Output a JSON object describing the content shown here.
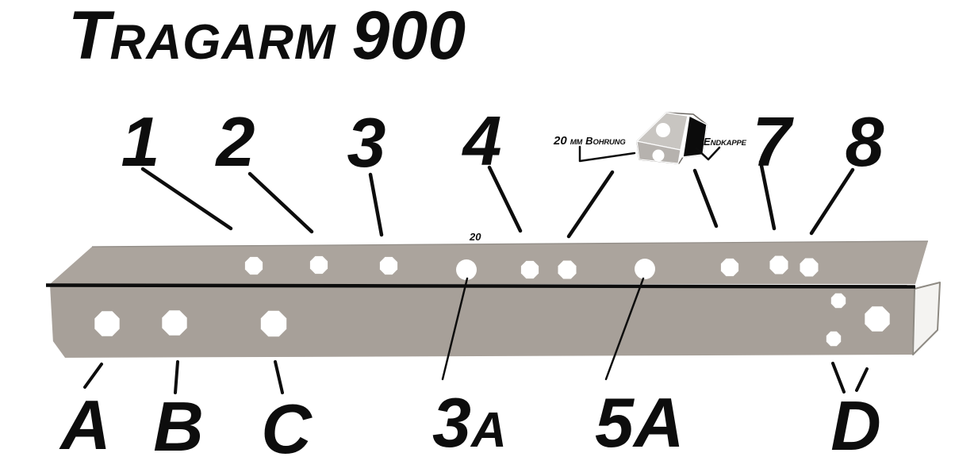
{
  "title": {
    "initial": "T",
    "rest": "RAGARM",
    "model": "900"
  },
  "top_callouts": {
    "n1": "1",
    "n2": "2",
    "n3": "3",
    "n4": "4",
    "n7": "7",
    "n8": "8"
  },
  "bottom_callouts": {
    "a": "A",
    "b": "B",
    "c": "C",
    "d": "D",
    "a3_main": "3",
    "a3_sub": "A",
    "a5": "5A"
  },
  "annotations": {
    "bore_note": "20",
    "bore_label": {
      "size": "20",
      "unit": "MM",
      "initial": "B",
      "rest": "OHRUNG"
    },
    "endcap_label": {
      "initial": "E",
      "rest": "NDKAPPE"
    }
  },
  "colors": {
    "background": "#ffffff",
    "beam_top": "#aba49d",
    "beam_front": "#a7a099",
    "beam_end_face": "#f4f3f1",
    "beam_edge": "#8e8a83",
    "back_edge": "#938e88",
    "ink": "#0d0d0d",
    "hole": "#ffffff",
    "inset_top": "#c8c5c1",
    "inset_front": "#b6b2ae",
    "inset_end_cap": "#0b0b0b",
    "inset_outline": "#6b6762"
  }
}
